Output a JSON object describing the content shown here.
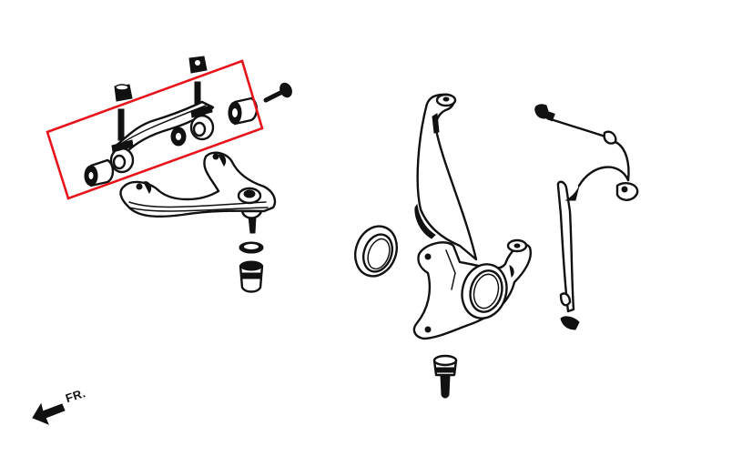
{
  "diagram": {
    "type": "exploded-parts-diagram",
    "subject": "front suspension assembly",
    "direction_indicator": {
      "label": "FR.",
      "icon": "arrow-left-down-icon",
      "color": "#111111"
    },
    "highlight_box": {
      "color": "#e8141b",
      "encloses": "upper control arm bushing & bracket set"
    },
    "components": [
      {
        "id": "upper-arm-bracket",
        "label": "Upper arm bracket with bushings (highlighted)"
      },
      {
        "id": "nut-left",
        "label": "Nut"
      },
      {
        "id": "nut-right",
        "label": "Nut"
      },
      {
        "id": "bolt",
        "label": "Bolt"
      },
      {
        "id": "bushing-outer-left",
        "label": "Bushing"
      },
      {
        "id": "bushing-inner",
        "label": "Bushing"
      },
      {
        "id": "bushing-outer-right",
        "label": "Bushing"
      },
      {
        "id": "upper-control-arm",
        "label": "Upper control arm with ball joint"
      },
      {
        "id": "ball-joint-snap-ring",
        "label": "Snap ring"
      },
      {
        "id": "ball-joint-boot",
        "label": "Ball joint boot"
      },
      {
        "id": "dust-seal",
        "label": "Dust seal"
      },
      {
        "id": "steering-knuckle",
        "label": "Steering knuckle"
      },
      {
        "id": "lower-ball-joint",
        "label": "Lower ball joint"
      },
      {
        "id": "abs-sensor",
        "label": "ABS wheel speed sensor and harness"
      }
    ]
  }
}
